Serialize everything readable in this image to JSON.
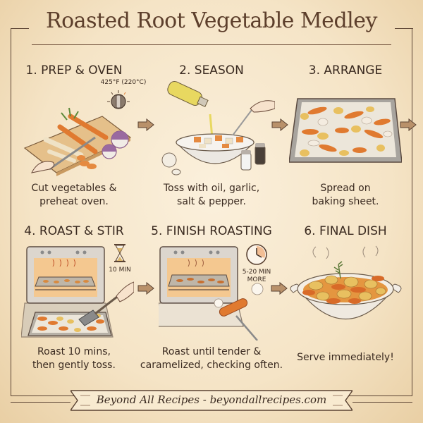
{
  "title": "Roasted Root Vegetable Medley",
  "steps": [
    {
      "number": 1,
      "title": "1. PREP & OVEN",
      "description_line1": "Cut vegetables &",
      "description_line2": "preheat oven.",
      "note": "425°F (220°C)",
      "note_icon": "oven-dial-icon"
    },
    {
      "number": 2,
      "title": "2. SEASON",
      "description_line1": "Toss with oil, garlic,",
      "description_line2": "salt & pepper."
    },
    {
      "number": 3,
      "title": "3. ARRANGE",
      "description_line1": "Spread on",
      "description_line2": "baking sheet."
    },
    {
      "number": 4,
      "title": "4. ROAST & STIR",
      "description_line1": "Roast 10 mins,",
      "description_line2": "then gently toss.",
      "note": "10 MIN",
      "note_icon": "hourglass-icon"
    },
    {
      "number": 5,
      "title": "5. FINISH ROASTING",
      "description_line1": "Roast until tender &",
      "description_line2": "caramelized, checking often.",
      "note_line1": "5-20 MIN",
      "note_line2": "MORE",
      "note_icon": "clock-icon"
    },
    {
      "number": 6,
      "title": "6. FINAL DISH",
      "description_line1": "Serve immediately!"
    }
  ],
  "footer": {
    "text": "Beyond All Recipes - beyondallrecipes.com"
  },
  "colors": {
    "background": "#f5e4c6",
    "ink": "#3a2a20",
    "title": "#5d3f2c",
    "carrot": "#e07a30",
    "arrow": "#b9916a"
  }
}
